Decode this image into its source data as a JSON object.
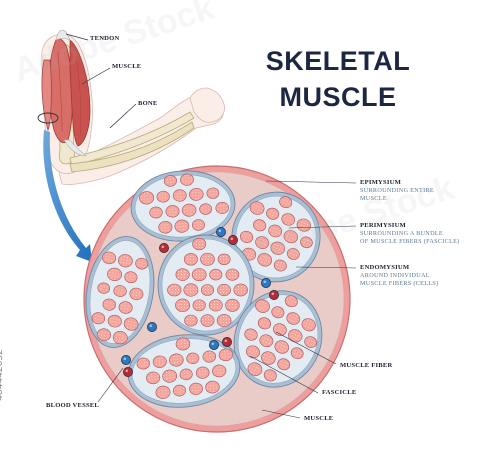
{
  "title": {
    "line1": "SKELETAL",
    "line2": "MUSCLE"
  },
  "arm_labels": {
    "tendon": "TENDON",
    "muscle": "MUSCLE",
    "bone": "BONE"
  },
  "labels": {
    "epimysium": {
      "title": "EPIMYSIUM",
      "line1": "SURROUNDING ENTIRE",
      "line2": "MUSCLE"
    },
    "perimysium": {
      "title": "PERIMYSIUM",
      "line1": "SURROUNDING A BUNDLE",
      "line2": "OF MUSCLE FIBERS (FASCICLE)"
    },
    "endomysium": {
      "title": "ENDOMYSIUM",
      "line1": "AROUND INDIVIDUAL",
      "line2": "MUSCLE FIBERS (CELLS)"
    },
    "muscle_fiber": "MUSCLE FIBER",
    "fascicle": "FASCICLE",
    "muscle": "MUSCLE",
    "blood_vessel": "BLOOD VESSEL"
  },
  "stock": {
    "id": "484442632",
    "watermark": "Adobe Stock"
  },
  "colors": {
    "epimysium": "#ef9e9e",
    "muscle_tissue": "#e9cbc7",
    "fascicle_wall": "#a9bfd3",
    "fascicle_fill": "#e4ecf3",
    "fiber_fill": "#f4a59d",
    "fiber_dots": "#fbe0d8",
    "vessel_blue": "#2b78c6",
    "vessel_red": "#b82c35",
    "arrow": "#2f82c8",
    "title": "#1d2742",
    "subtext": "#5b7896"
  }
}
